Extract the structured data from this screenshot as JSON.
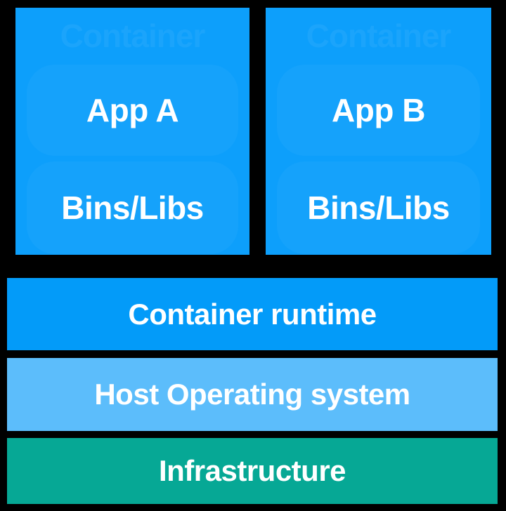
{
  "diagram": {
    "title": "Container architecture stack",
    "colors": {
      "background": "#000000",
      "container_fill": "#0d9ffb",
      "container_watermark_text": "#1ba4fb",
      "inner_box_fill": "#16a2fb",
      "runtime_band": "#039bf9",
      "host_os_band": "#5cbdfb",
      "infrastructure_band": "#06a895",
      "label_text": "#ffffff"
    },
    "containers": [
      {
        "watermark": "Container",
        "app_label": "App A",
        "bins_label": "Bins/Libs"
      },
      {
        "watermark": "Container",
        "app_label": "App B",
        "bins_label": "Bins/Libs"
      }
    ],
    "bands": [
      {
        "label": "Container runtime"
      },
      {
        "label": "Host Operating system"
      },
      {
        "label": "Infrastructure"
      }
    ]
  }
}
